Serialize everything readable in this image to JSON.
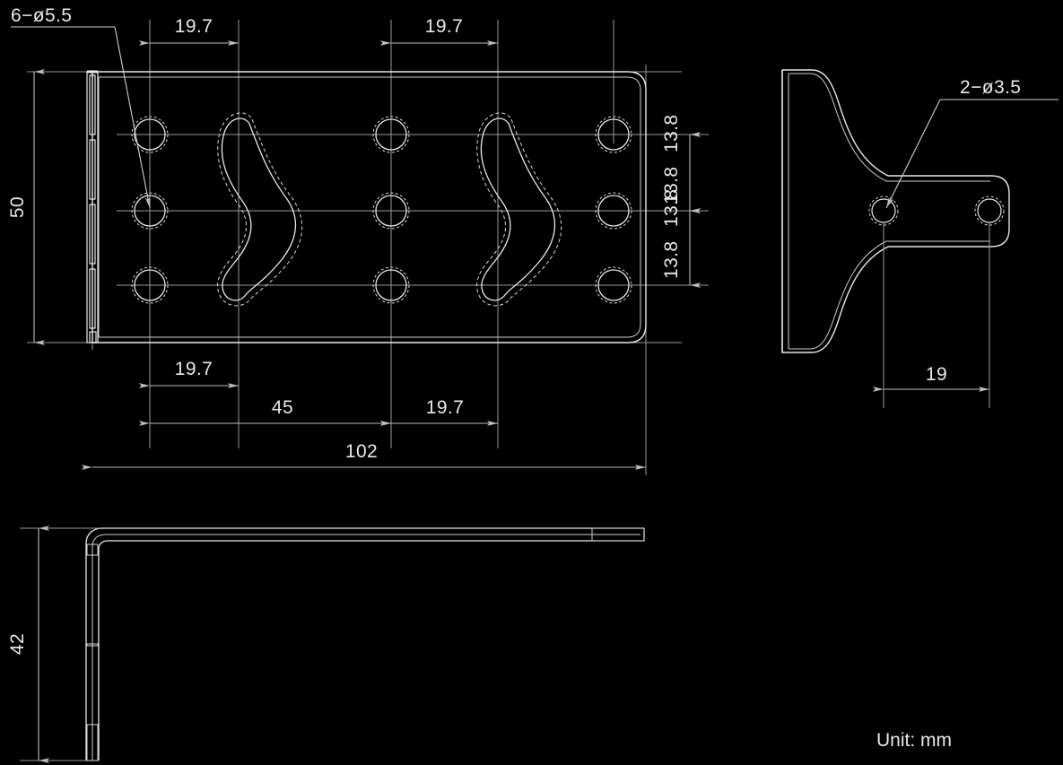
{
  "sheet": {
    "background": "#000000",
    "line_color": "#e8e8e8",
    "thin_line_color": "#cfcfcf",
    "unit_note": "Unit: mm"
  },
  "labels": {
    "holes_front": "6−ø5.5",
    "holes_side": "2−ø3.5"
  },
  "dimensions": {
    "top_left_197": "19.7",
    "top_right_197": "19.7",
    "left_height_50": "50",
    "right_138_upper": "13.8",
    "right_138_upper2": "13.8",
    "right_138_lower": "13.8",
    "right_138_lower2": "13.8",
    "bottom_197_left": "19.7",
    "bottom_45": "45",
    "bottom_197_right": "19.7",
    "bottom_102": "102",
    "side_19": "19",
    "profile_42": "42"
  },
  "views": {
    "front": "front-plate-view",
    "side": "side-bracket-view",
    "profile": "bottom-l-profile-view"
  }
}
